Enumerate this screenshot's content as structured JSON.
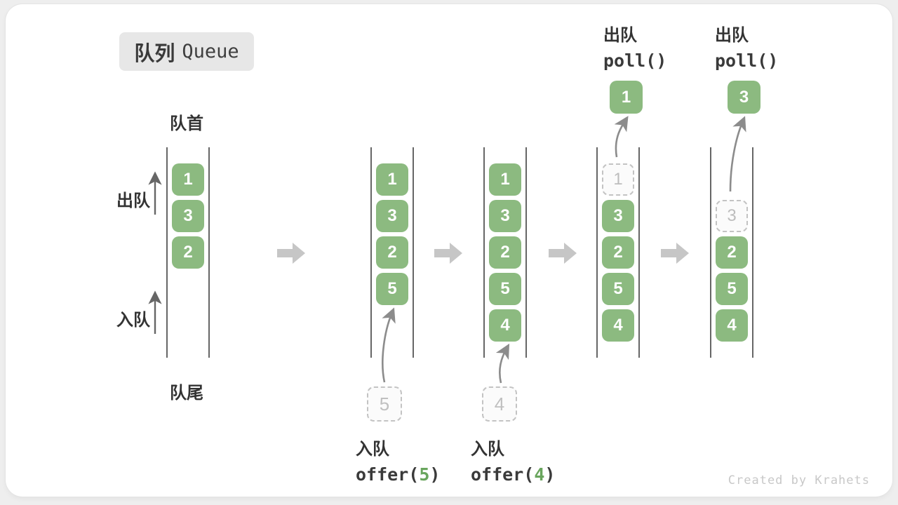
{
  "badge": {
    "zh": "队列",
    "en": "Queue"
  },
  "labels": {
    "front": "队首",
    "rear": "队尾",
    "dequeue": "出队",
    "enqueue": "入队"
  },
  "ops": {
    "offer5": {
      "label": "入队",
      "prefix": "offer(",
      "arg": "5",
      "suffix": ")"
    },
    "offer4": {
      "label": "入队",
      "prefix": "offer(",
      "arg": "4",
      "suffix": ")"
    },
    "poll1": {
      "label": "出队",
      "code": "poll()",
      "value": "1"
    },
    "poll3": {
      "label": "出队",
      "code": "poll()",
      "value": "3"
    }
  },
  "queues": [
    {
      "items": [
        "1",
        "3",
        "2"
      ]
    },
    {
      "items": [
        "1",
        "3",
        "2",
        "5"
      ],
      "incoming": "5"
    },
    {
      "items": [
        "1",
        "3",
        "2",
        "5",
        "4"
      ],
      "incoming": "4"
    },
    {
      "items": [
        "3",
        "2",
        "5",
        "4"
      ],
      "ghost": "1"
    },
    {
      "items": [
        "2",
        "5",
        "4"
      ],
      "ghost": "3"
    }
  ],
  "watermark": "Created by Krahets",
  "colors": {
    "box_green": "#8cba80",
    "box_text": "#ffffff",
    "code_arg_green": "#69a55d",
    "ghost_border": "#c3c3c3",
    "ghost_text": "#bdbdbd",
    "step_arrow_gray": "#c6c6c6",
    "curve_arrow_gray": "#8c8c8c",
    "side_arrow_gray": "#666666",
    "rail_gray": "#666666",
    "label_dark": "#333333",
    "badge_bg": "#e7e7e7",
    "card_bg": "#ffffff",
    "watermark_gray": "#c8c8c8"
  }
}
